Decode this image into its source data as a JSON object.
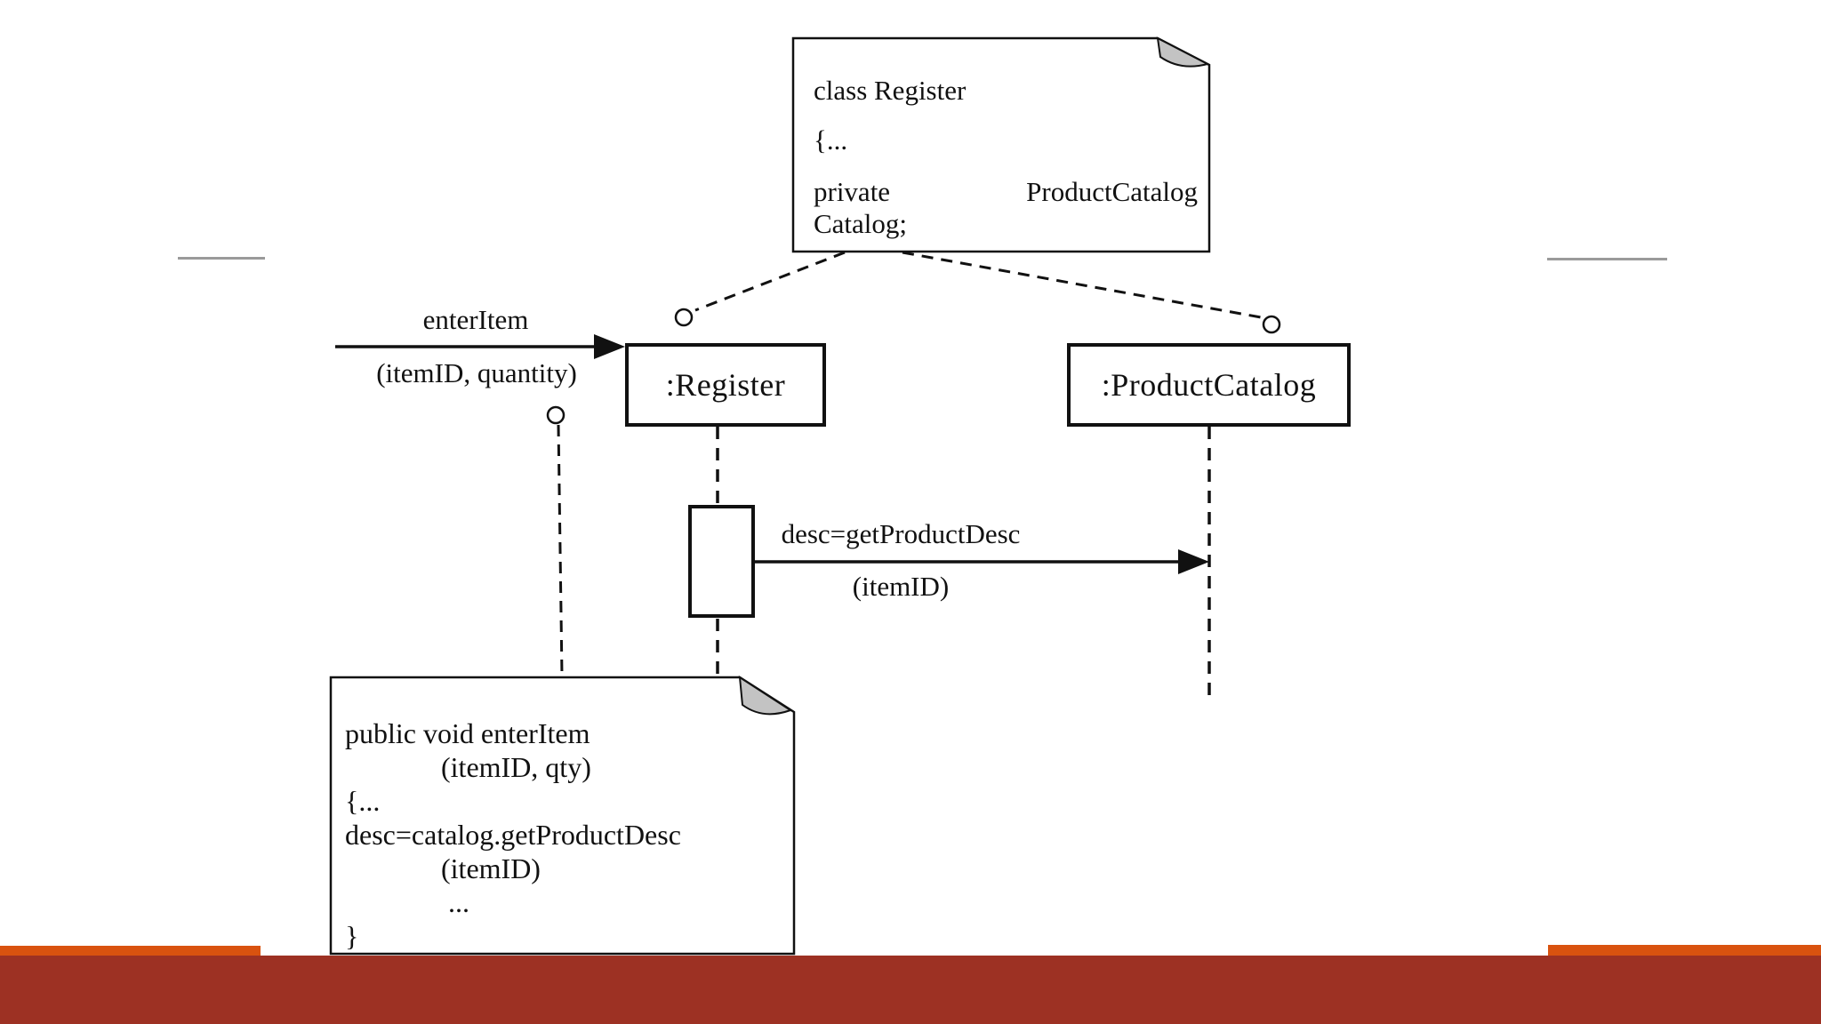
{
  "slide": {
    "kind": "UML sequence diagram with code notes"
  },
  "diagram": {
    "objects": {
      "register": ":Register",
      "product_catalog": ":ProductCatalog"
    },
    "messages": {
      "enter_item": {
        "name": "enterItem",
        "args": "(itemID, quantity)"
      },
      "get_product_desc": {
        "name": "desc=getProductDesc",
        "args": "(itemID)"
      }
    },
    "notes": {
      "register_class": {
        "line1": "class Register",
        "line2": "{...",
        "line3a": "private",
        "line3b": "ProductCatalog",
        "line4": "Catalog;"
      },
      "enter_item_method": {
        "line1": "public void enterItem",
        "line2": "(itemID, qty)",
        "line3": "{...",
        "line4": "desc=catalog.getProductDesc",
        "line5": "(itemID)",
        "line6": "...",
        "line7": "}"
      }
    }
  },
  "colors": {
    "accent-orange": "#d9520f",
    "bar-red": "#9d3123",
    "fold-gray": "#c3c3c3",
    "line-gray": "#9a9a9a",
    "ink": "#111111"
  }
}
